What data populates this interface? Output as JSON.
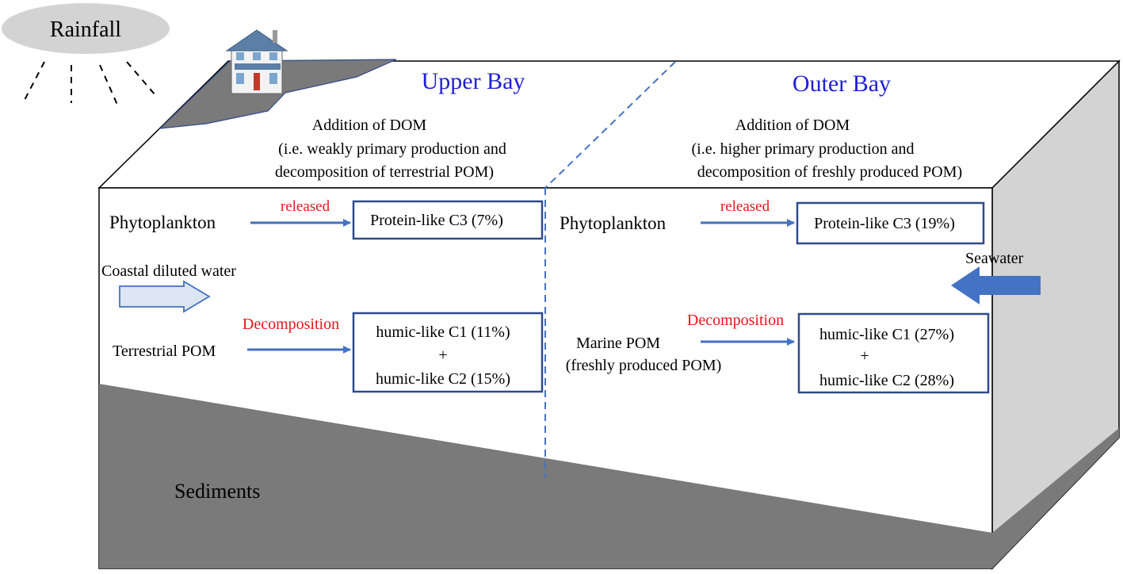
{
  "rainfall": {
    "label": "Rainfall"
  },
  "regions": {
    "upper": {
      "title": "Upper Bay"
    },
    "outer": {
      "title": "Outer Bay"
    }
  },
  "surface_notes": {
    "upper": {
      "line1": "Addition of DOM",
      "line2": "(i.e. weakly primary production and",
      "line3": "decomposition of terrestrial POM)"
    },
    "outer": {
      "line1": "Addition of DOM",
      "line2": "(i.e. higher primary production and",
      "line3": "decomposition of freshly produced POM)"
    }
  },
  "upper": {
    "source1": "Phytoplankton",
    "process1": "released",
    "box1": "Protein-like C3 (7%)",
    "inflow": "Coastal diluted water",
    "source2": "Terrestrial POM",
    "process2": "Decomposition",
    "box2_line1": "humic-like C1 (11%)",
    "box2_plus": "+",
    "box2_line2": "humic-like C2 (15%)"
  },
  "outer": {
    "source1": "Phytoplankton",
    "process1": "released",
    "box1": "Protein-like C3 (19%)",
    "inflow": "Seawater",
    "source2_line1": "Marine POM",
    "source2_line2": "(freshly produced POM)",
    "process2": "Decomposition",
    "box2_line1": "humic-like C1 (27%)",
    "box2_plus": "+",
    "box2_line2": "humic-like C2 (28%)"
  },
  "sediments": {
    "label": "Sediments"
  },
  "colors": {
    "title_blue": "#1f1fd6",
    "process_red": "#e8141c",
    "arrow_blue": "#4472c4",
    "box_border": "#2f4a8c",
    "sediment_gray": "#7a7a7a",
    "side_gray": "#d3d3d3",
    "inflow_light": "#dce6f2"
  }
}
